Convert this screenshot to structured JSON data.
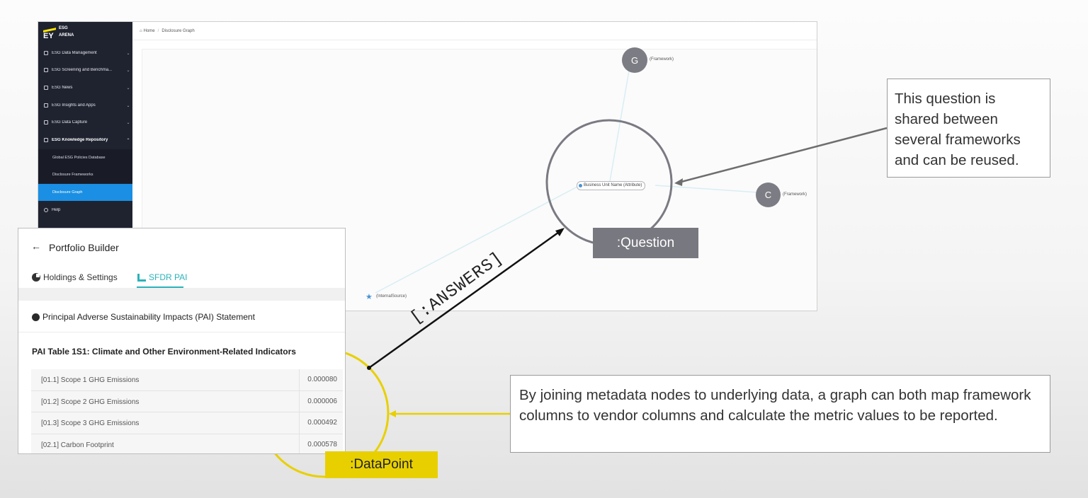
{
  "app": {
    "logo": {
      "mark": "EY",
      "line1": "ESG",
      "line2": "ARENA"
    },
    "breadcrumb": {
      "home": "Home",
      "current": "Disclosure Graph"
    },
    "sidebar": {
      "items": [
        {
          "label": "ESG Data Management",
          "chevron": "⌄"
        },
        {
          "label": "ESG Screening and Benchma...",
          "chevron": "⌄"
        },
        {
          "label": "ESG News",
          "chevron": "⌄"
        },
        {
          "label": "ESG Insights and Apps",
          "chevron": "⌄"
        },
        {
          "label": "ESG Data Capture",
          "chevron": "⌄"
        },
        {
          "label": "ESG Knowledge Repository",
          "chevron": "⌃"
        }
      ],
      "subitems": [
        {
          "label": "Global ESG Policies Database"
        },
        {
          "label": "Disclosure Frameworks"
        },
        {
          "label": "Disclosure Graph"
        }
      ],
      "help": "Help"
    },
    "graph": {
      "node_g": {
        "letter": "G",
        "tag": "(Framework)"
      },
      "node_c": {
        "letter": "C",
        "tag": "(Framework)"
      },
      "center_pill": "Business Unit Name (Attribute)",
      "source_tag": "(InternalSource)"
    }
  },
  "panel": {
    "back": "←",
    "title": "Portfolio Builder",
    "tabs": [
      {
        "label": "Holdings & Settings"
      },
      {
        "label": "SFDR PAI"
      }
    ],
    "statement": "Principal Adverse Sustainability Impacts (PAI) Statement",
    "table_title": "PAI Table 1S1: Climate and Other Environment-Related Indicators",
    "rows": [
      {
        "label": "[01.1] Scope 1 GHG Emissions",
        "value": "0.000080"
      },
      {
        "label": "[01.2] Scope 2 GHG Emissions",
        "value": "0.000006"
      },
      {
        "label": "[01.3] Scope 3 GHG Emissions",
        "value": "0.000492"
      },
      {
        "label": "[02.1] Carbon Footprint",
        "value": "0.000578"
      }
    ]
  },
  "annotations": {
    "question_label": ":Question",
    "datapoint_label": ":DataPoint",
    "answers_label": "[:ANSWERS]",
    "callout_top": "This question is shared between several frameworks and can be reused.",
    "callout_bottom": "By joining metadata nodes to underlying data, a graph can both map framework columns to vendor columns and calculate the metric values to be reported.",
    "colors": {
      "question": "#787880",
      "datapoint": "#e8d000",
      "accent_teal": "#2bb3b9",
      "active_nav": "#1a8fe3"
    }
  }
}
